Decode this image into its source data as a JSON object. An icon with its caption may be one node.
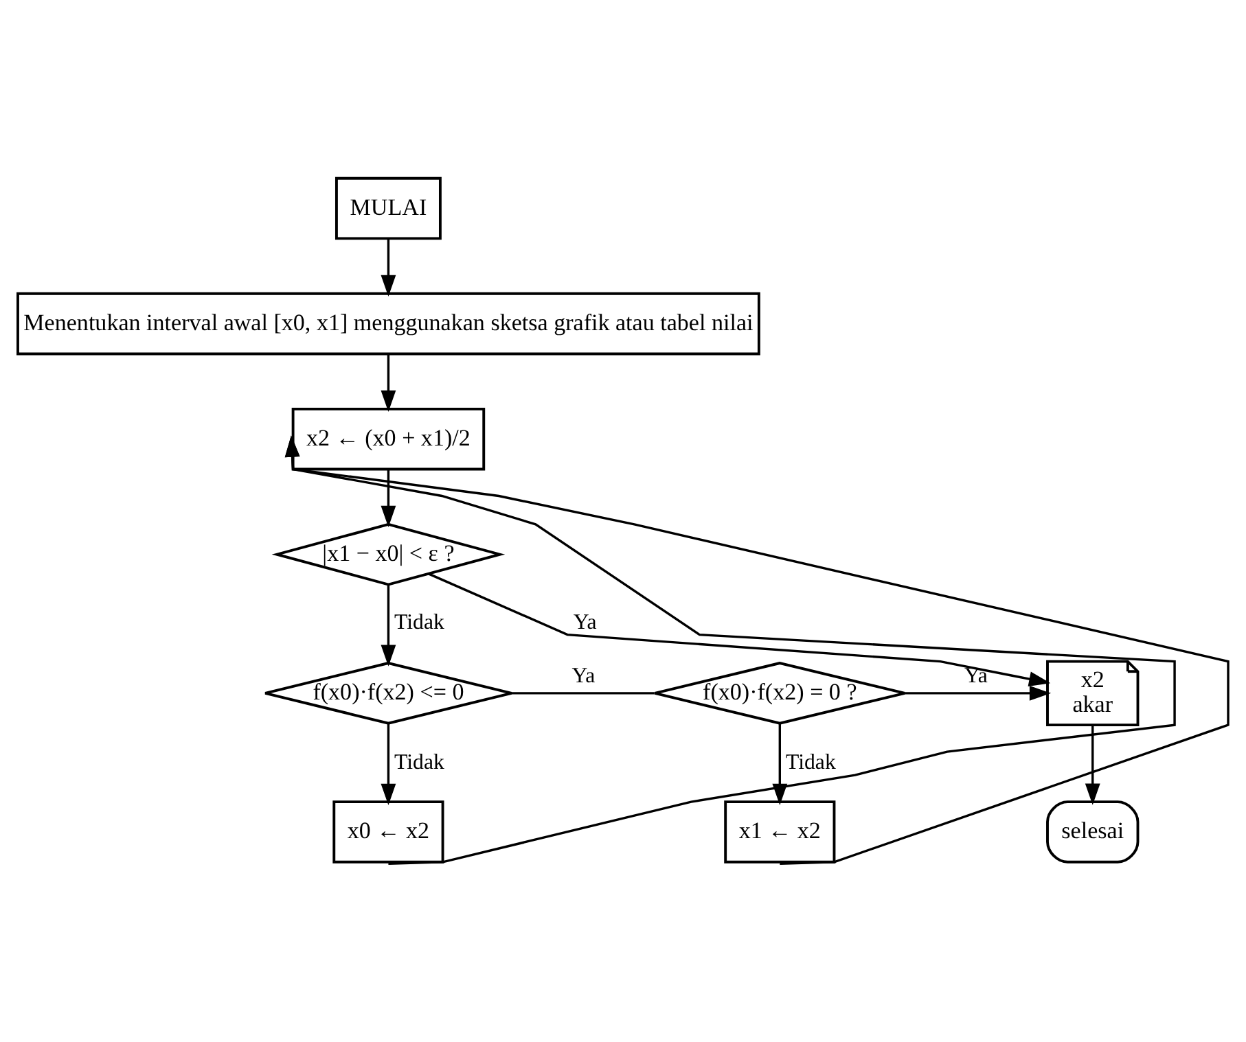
{
  "diagram": {
    "nodes": [
      {
        "text": [
          "MULAI"
        ]
      },
      {
        "text": [
          "Menentukan interval awal [x0, x1] menggunakan sketsa grafik atau tabel nilai"
        ]
      },
      {
        "text": [
          "x2 ← (x0 + x1)/2"
        ]
      },
      {
        "text": [
          "|x1 − x0| < ε ?"
        ]
      },
      {
        "text": [
          "f(x0)·f(x2) <= 0"
        ]
      },
      {
        "text": [
          "f(x0)·f(x2) = 0 ?"
        ]
      },
      {
        "text": [
          "x2",
          "akar"
        ]
      },
      {
        "text": [
          "x0 ← x2"
        ]
      },
      {
        "text": [
          "x1 ← x2"
        ]
      },
      {
        "text": [
          "selesai"
        ]
      }
    ],
    "edges": [
      {
        "from": 0,
        "to": 1,
        "arrow": "to"
      },
      {
        "from": 1,
        "to": 2,
        "arrow": "to"
      },
      {
        "from": 2,
        "to": 3,
        "arrow": "to"
      },
      {
        "from": 3,
        "to": 6,
        "arrow": "to",
        "label": "Ya"
      },
      {
        "from": 3,
        "to": 4,
        "arrow": "to",
        "label": "Tidak"
      },
      {
        "from": 4,
        "to": 5,
        "arrow": "none",
        "label": "Ya"
      },
      {
        "from": 5,
        "to": 6,
        "arrow": "to",
        "label": "Ya"
      },
      {
        "from": 4,
        "to": 7,
        "arrow": "to",
        "label": "Tidak"
      },
      {
        "from": 5,
        "to": 8,
        "arrow": "to",
        "label": "Tidak"
      },
      {
        "from": 6,
        "to": 9,
        "arrow": "to"
      },
      {
        "from": 7,
        "to": 2,
        "arrow": "to"
      },
      {
        "from": 8,
        "to": 2,
        "arrow": "to"
      }
    ]
  }
}
